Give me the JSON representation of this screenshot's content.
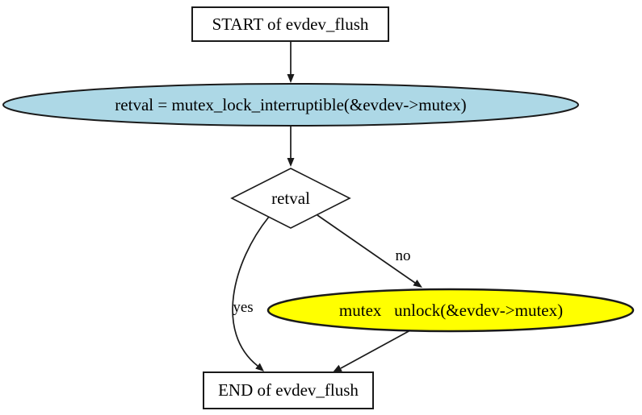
{
  "diagram": {
    "type": "flowchart",
    "function": "evdev_flush",
    "nodes": {
      "start": {
        "label": "START of evdev_flush",
        "shape": "box",
        "fill": "#ffffff"
      },
      "lock": {
        "label": "retval = mutex_lock_interruptible(&evdev->mutex)",
        "shape": "ellipse",
        "fill": "#add8e6"
      },
      "decision": {
        "label": "retval",
        "shape": "diamond",
        "fill": "#ffffff"
      },
      "unlock": {
        "label": "mutex   unlock(&evdev->mutex)",
        "shape": "ellipse",
        "fill": "#ffff00"
      },
      "end": {
        "label": "END of evdev_flush",
        "shape": "box",
        "fill": "#ffffff"
      }
    },
    "edges": [
      {
        "from": "start",
        "to": "lock",
        "label": ""
      },
      {
        "from": "lock",
        "to": "decision",
        "label": ""
      },
      {
        "from": "decision",
        "to": "unlock",
        "label": "no"
      },
      {
        "from": "decision",
        "to": "end",
        "label": "yes"
      },
      {
        "from": "unlock",
        "to": "end",
        "label": ""
      }
    ],
    "edge_labels": {
      "yes": "yes",
      "no": "no"
    },
    "colors": {
      "background": "#ffffff",
      "stroke": "#1a1a1a",
      "lock_fill": "#add8e6",
      "unlock_fill": "#ffff00",
      "node_fill": "#ffffff",
      "text": "#000000"
    }
  }
}
